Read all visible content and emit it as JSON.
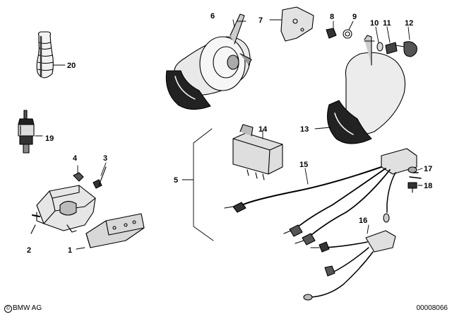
{
  "diagram": {
    "callouts": [
      "1",
      "2",
      "3",
      "4",
      "5",
      "6",
      "7",
      "8",
      "9",
      "10",
      "11",
      "12",
      "13",
      "14",
      "15",
      "16",
      "17",
      "18",
      "19",
      "20"
    ]
  },
  "footer": {
    "copyright_symbol": "©",
    "copyright_owner": "BMW AG",
    "document_number": "00008066"
  }
}
